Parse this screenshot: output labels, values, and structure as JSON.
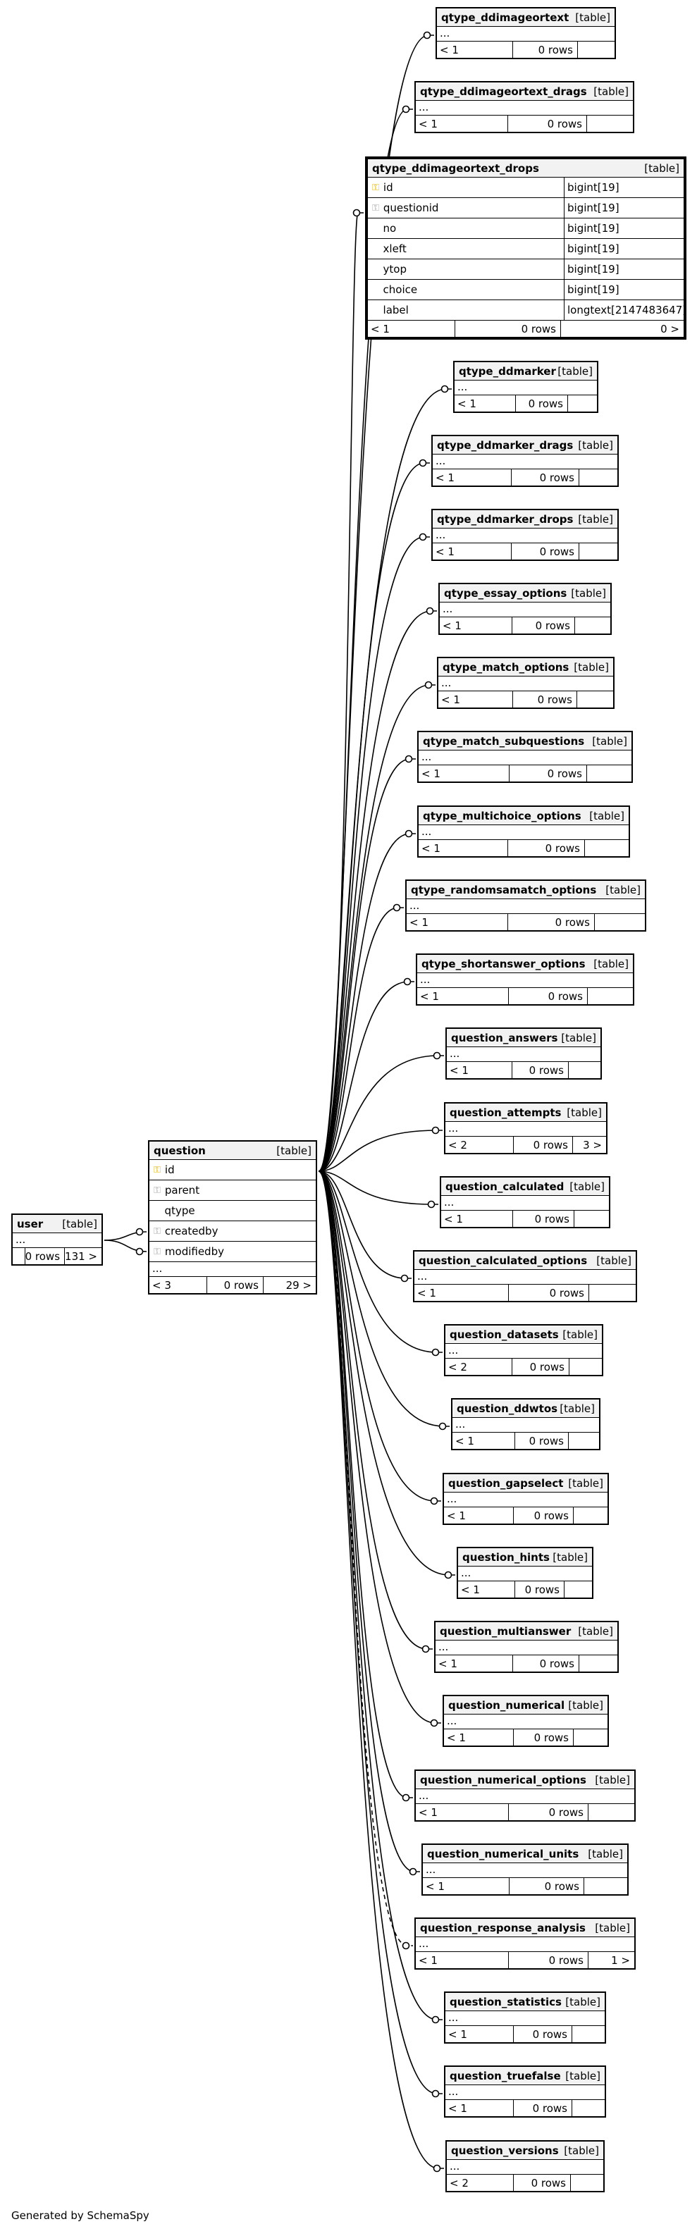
{
  "footer_text": "Generated by SchemaSpy",
  "kind_label": "[table]",
  "user_table": {
    "name": "user",
    "kind": "[table]",
    "dots": "...",
    "foot": [
      "",
      "0 rows",
      "131 >"
    ]
  },
  "question_table": {
    "name": "question",
    "kind": "[table]",
    "columns": [
      {
        "name": "id",
        "key": "pk"
      },
      {
        "name": "parent",
        "key": "fk"
      },
      {
        "name": "qtype",
        "key": ""
      },
      {
        "name": "createdby",
        "key": "fk"
      },
      {
        "name": "modifiedby",
        "key": "fk"
      }
    ],
    "dots": "...",
    "foot": [
      "< 3",
      "0 rows",
      "29 >"
    ]
  },
  "drops_table": {
    "name": "qtype_ddimageortext_drops",
    "kind": "[table]",
    "columns": [
      {
        "name": "id",
        "key": "pk",
        "type": "bigint[19]"
      },
      {
        "name": "questionid",
        "key": "fk",
        "type": "bigint[19]"
      },
      {
        "name": "no",
        "key": "",
        "type": "bigint[19]"
      },
      {
        "name": "xleft",
        "key": "",
        "type": "bigint[19]"
      },
      {
        "name": "ytop",
        "key": "",
        "type": "bigint[19]"
      },
      {
        "name": "choice",
        "key": "",
        "type": "bigint[19]"
      },
      {
        "name": "label",
        "key": "",
        "type": "longtext[2147483647]"
      }
    ],
    "foot": [
      "< 1",
      "0 rows",
      "0 >"
    ]
  },
  "child_tables": [
    {
      "name": "qtype_ddimageortext",
      "foot": [
        "< 1",
        "0 rows",
        ""
      ]
    },
    {
      "name": "qtype_ddimageortext_drags",
      "foot": [
        "< 1",
        "0 rows",
        ""
      ]
    },
    {
      "name": "qtype_ddmarker",
      "foot": [
        "< 1",
        "0 rows",
        ""
      ]
    },
    {
      "name": "qtype_ddmarker_drags",
      "foot": [
        "< 1",
        "0 rows",
        ""
      ]
    },
    {
      "name": "qtype_ddmarker_drops",
      "foot": [
        "< 1",
        "0 rows",
        ""
      ]
    },
    {
      "name": "qtype_essay_options",
      "foot": [
        "< 1",
        "0 rows",
        ""
      ]
    },
    {
      "name": "qtype_match_options",
      "foot": [
        "< 1",
        "0 rows",
        ""
      ]
    },
    {
      "name": "qtype_match_subquestions",
      "foot": [
        "< 1",
        "0 rows",
        ""
      ]
    },
    {
      "name": "qtype_multichoice_options",
      "foot": [
        "< 1",
        "0 rows",
        ""
      ]
    },
    {
      "name": "qtype_randomsamatch_options",
      "foot": [
        "< 1",
        "0 rows",
        ""
      ]
    },
    {
      "name": "qtype_shortanswer_options",
      "foot": [
        "< 1",
        "0 rows",
        ""
      ]
    },
    {
      "name": "question_answers",
      "foot": [
        "< 1",
        "0 rows",
        ""
      ]
    },
    {
      "name": "question_attempts",
      "foot": [
        "< 2",
        "0 rows",
        "3 >"
      ]
    },
    {
      "name": "question_calculated",
      "foot": [
        "< 1",
        "0 rows",
        ""
      ]
    },
    {
      "name": "question_calculated_options",
      "foot": [
        "< 1",
        "0 rows",
        ""
      ]
    },
    {
      "name": "question_datasets",
      "foot": [
        "< 2",
        "0 rows",
        ""
      ]
    },
    {
      "name": "question_ddwtos",
      "foot": [
        "< 1",
        "0 rows",
        ""
      ]
    },
    {
      "name": "question_gapselect",
      "foot": [
        "< 1",
        "0 rows",
        ""
      ]
    },
    {
      "name": "question_hints",
      "foot": [
        "< 1",
        "0 rows",
        ""
      ]
    },
    {
      "name": "question_multianswer",
      "foot": [
        "< 1",
        "0 rows",
        ""
      ]
    },
    {
      "name": "question_numerical",
      "foot": [
        "< 1",
        "0 rows",
        ""
      ]
    },
    {
      "name": "question_numerical_options",
      "foot": [
        "< 1",
        "0 rows",
        ""
      ]
    },
    {
      "name": "question_numerical_units",
      "foot": [
        "< 1",
        "0 rows",
        ""
      ]
    },
    {
      "name": "question_response_analysis",
      "foot": [
        "< 1",
        "0 rows",
        "1 >"
      ]
    },
    {
      "name": "question_statistics",
      "foot": [
        "< 1",
        "0 rows",
        ""
      ]
    },
    {
      "name": "question_truefalse",
      "foot": [
        "< 1",
        "0 rows",
        ""
      ]
    },
    {
      "name": "question_versions",
      "foot": [
        "< 2",
        "0 rows",
        ""
      ]
    }
  ]
}
